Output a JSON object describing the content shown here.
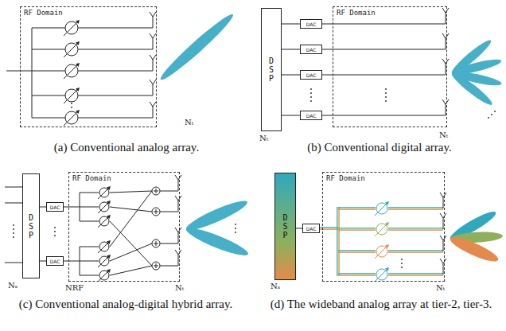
{
  "diagram": {
    "nodes": [
      {
        "text": [
          "RF Domain"
        ]
      },
      {
        "text": [
          "DSP"
        ]
      },
      {
        "text": [
          "DAC"
        ]
      },
      {
        "text": [
          "DAC"
        ]
      },
      {
        "text": [
          "DAC"
        ]
      },
      {
        "text": [
          "DAC"
        ]
      },
      {
        "text": [
          "RF Domain"
        ]
      },
      {
        "text": [
          "DSP"
        ]
      },
      {
        "text": [
          "DAC"
        ]
      },
      {
        "text": [
          "DAC"
        ]
      },
      {
        "text": [
          "RF Domain"
        ]
      },
      {
        "text": [
          "DSP"
        ]
      },
      {
        "text": [
          "DAC"
        ]
      },
      {
        "text": [
          "RF Domain"
        ]
      }
    ],
    "edges": [
      {
        "from": 1,
        "to": 2,
        "arrow": "none"
      },
      {
        "from": 1,
        "to": 3,
        "arrow": "none"
      },
      {
        "from": 1,
        "to": 4,
        "arrow": "none"
      },
      {
        "from": 1,
        "to": 5,
        "arrow": "none"
      },
      {
        "from": 7,
        "to": 8,
        "arrow": "none"
      },
      {
        "from": 7,
        "to": 9,
        "arrow": "none"
      },
      {
        "from": 11,
        "to": 12,
        "arrow": "none"
      }
    ],
    "labels": [
      "Nₜ",
      "(a) Conventional analog array.",
      "Nₜ",
      "Nₜ",
      "(b) Conventional digital array.",
      "Nₛ",
      "NRF",
      "Nₜ",
      "(c) Conventional analog-digital hybrid array.",
      "Nₛ",
      "Nₜ",
      "(d) The wideband analog array at tier-2, tier-3."
    ]
  }
}
